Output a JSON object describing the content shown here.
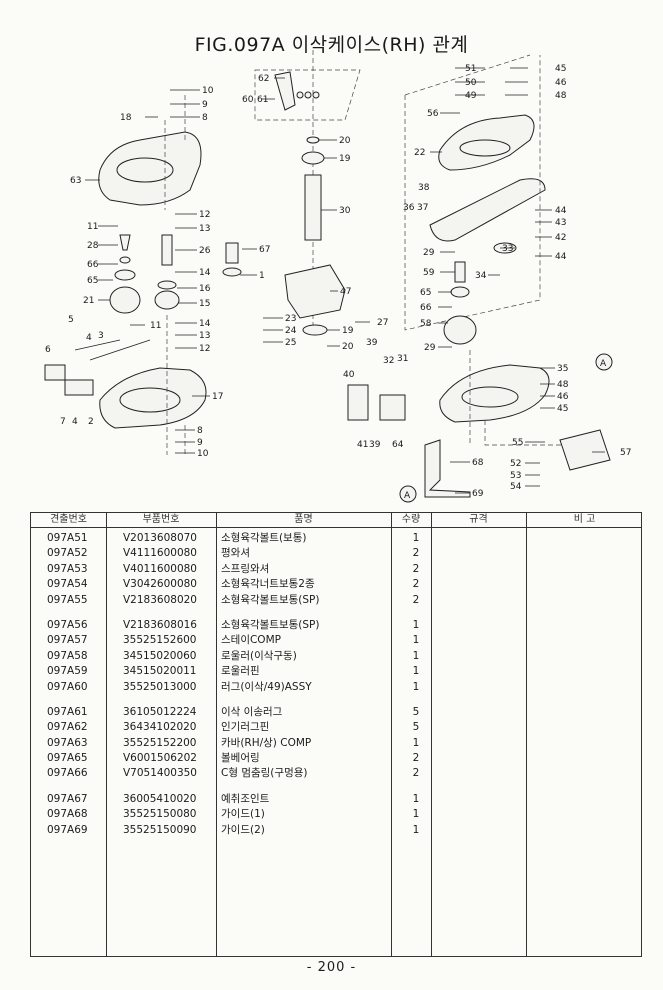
{
  "title": "FIG.097A 이삭케이스(RH) 관계",
  "callouts": [
    "1",
    "2",
    "3",
    "4",
    "5",
    "6",
    "7",
    "8",
    "9",
    "10",
    "11",
    "12",
    "13",
    "14",
    "15",
    "16",
    "17",
    "18",
    "19",
    "20",
    "21",
    "22",
    "23",
    "24",
    "25",
    "26",
    "27",
    "28",
    "29",
    "30",
    "31",
    "32",
    "33",
    "34",
    "35",
    "36",
    "37",
    "38",
    "39",
    "40",
    "41",
    "42",
    "43",
    "44",
    "45",
    "46",
    "47",
    "48",
    "49",
    "50",
    "51",
    "52",
    "53",
    "54",
    "55",
    "56",
    "57",
    "58",
    "59",
    "60",
    "61",
    "62",
    "63",
    "64",
    "65",
    "66",
    "67",
    "68",
    "69",
    "A"
  ],
  "table": {
    "headers": [
      "견출번호",
      "부품번호",
      "품명",
      "수량",
      "규격",
      "비 고"
    ],
    "groups": [
      [
        {
          "ref": "097A51",
          "part": "V2013608070",
          "name": "소형육각볼트(보통)",
          "qty": "1"
        },
        {
          "ref": "097A52",
          "part": "V4111600080",
          "name": "평와셔",
          "qty": "2"
        },
        {
          "ref": "097A53",
          "part": "V4011600080",
          "name": "스프링와셔",
          "qty": "2"
        },
        {
          "ref": "097A54",
          "part": "V3042600080",
          "name": "소형육각너트보통2종",
          "qty": "2"
        },
        {
          "ref": "097A55",
          "part": "V2183608020",
          "name": "소형육각볼트보통(SP)",
          "qty": "2"
        }
      ],
      [
        {
          "ref": "097A56",
          "part": "V2183608016",
          "name": "소형육각볼트보통(SP)",
          "qty": "1"
        },
        {
          "ref": "097A57",
          "part": "35525152600",
          "name": "스테이COMP",
          "qty": "1"
        },
        {
          "ref": "097A58",
          "part": "34515020060",
          "name": "로울러(이삭구동)",
          "qty": "1"
        },
        {
          "ref": "097A59",
          "part": "34515020011",
          "name": "로울러핀",
          "qty": "1"
        },
        {
          "ref": "097A60",
          "part": "35525013000",
          "name": "러그(이삭/49)ASSY",
          "qty": "1"
        }
      ],
      [
        {
          "ref": "097A61",
          "part": "36105012224",
          "name": "이삭 이송러그",
          "qty": "5"
        },
        {
          "ref": "097A62",
          "part": "36434102020",
          "name": "인기러그핀",
          "qty": "5"
        },
        {
          "ref": "097A63",
          "part": "35525152200",
          "name": "카바(RH/상) COMP",
          "qty": "1"
        },
        {
          "ref": "097A65",
          "part": "V6001506202",
          "name": "볼베어링",
          "qty": "2"
        },
        {
          "ref": "097A66",
          "part": "V7051400350",
          "name": "C형 멈춤링(구멍용)",
          "qty": "2"
        }
      ],
      [
        {
          "ref": "097A67",
          "part": "36005410020",
          "name": "예취조인트",
          "qty": "1"
        },
        {
          "ref": "097A68",
          "part": "35525150080",
          "name": "가이드(1)",
          "qty": "1"
        },
        {
          "ref": "097A69",
          "part": "35525150090",
          "name": "가이드(2)",
          "qty": "1"
        }
      ]
    ]
  },
  "page_number": "- 200 -"
}
